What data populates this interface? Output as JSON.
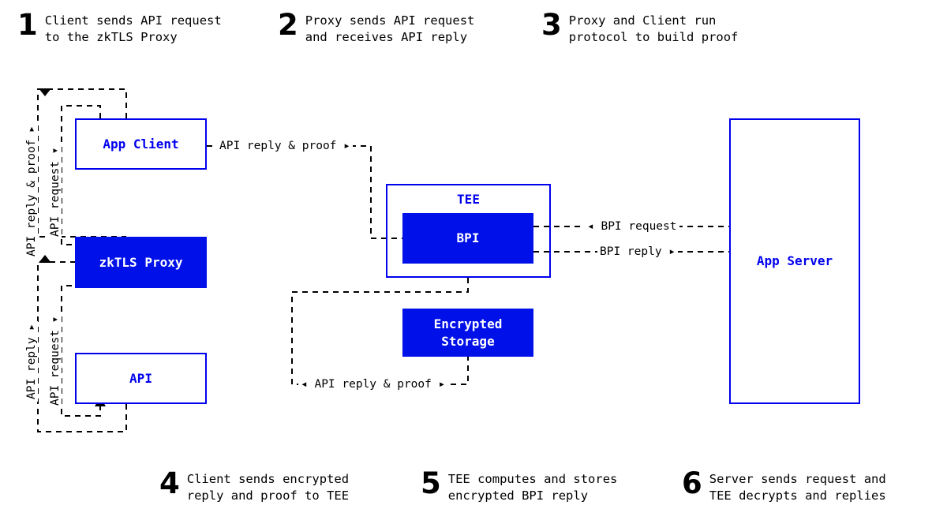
{
  "steps_top": [
    {
      "number": "1",
      "text": "Client sends API request\nto the zkTLS Proxy"
    },
    {
      "number": "2",
      "text": "Proxy sends API request\nand receives API reply"
    },
    {
      "number": "3",
      "text": "Proxy and Client run\nprotocol to build proof"
    }
  ],
  "steps_bottom": [
    {
      "number": "4",
      "text": "Client sends encrypted\nreply and proof to TEE"
    },
    {
      "number": "5",
      "text": "TEE computes and stores\nencrypted BPI reply"
    },
    {
      "number": "6",
      "text": "Server sends request and\nTEE decrypts and replies"
    }
  ],
  "nodes": {
    "app_client": "App Client",
    "zktls_proxy": "zkTLS Proxy",
    "api": "API",
    "tee": "TEE",
    "bpi": "BPI",
    "encrypted_storage": "Encrypted\nStorage",
    "app_server": "App Server"
  },
  "edges": {
    "client_proxy_reply_proof": "API reply & proof ▸",
    "client_proxy_request": "API request ▾",
    "proxy_api_reply": "API reply ▸",
    "proxy_api_request": "API request ▾",
    "client_tee_reply_proof": "API reply & proof ▸",
    "bpi_request": "◂ BPI request",
    "bpi_reply": "BPI reply ▸",
    "storage_reply_proof": "◂ API reply & proof ▸"
  },
  "colors": {
    "accent": "#0000ee",
    "fill": "#0010e8",
    "text_on_fill": "#ffffff",
    "wire": "#000000",
    "background": "#ffffff"
  }
}
